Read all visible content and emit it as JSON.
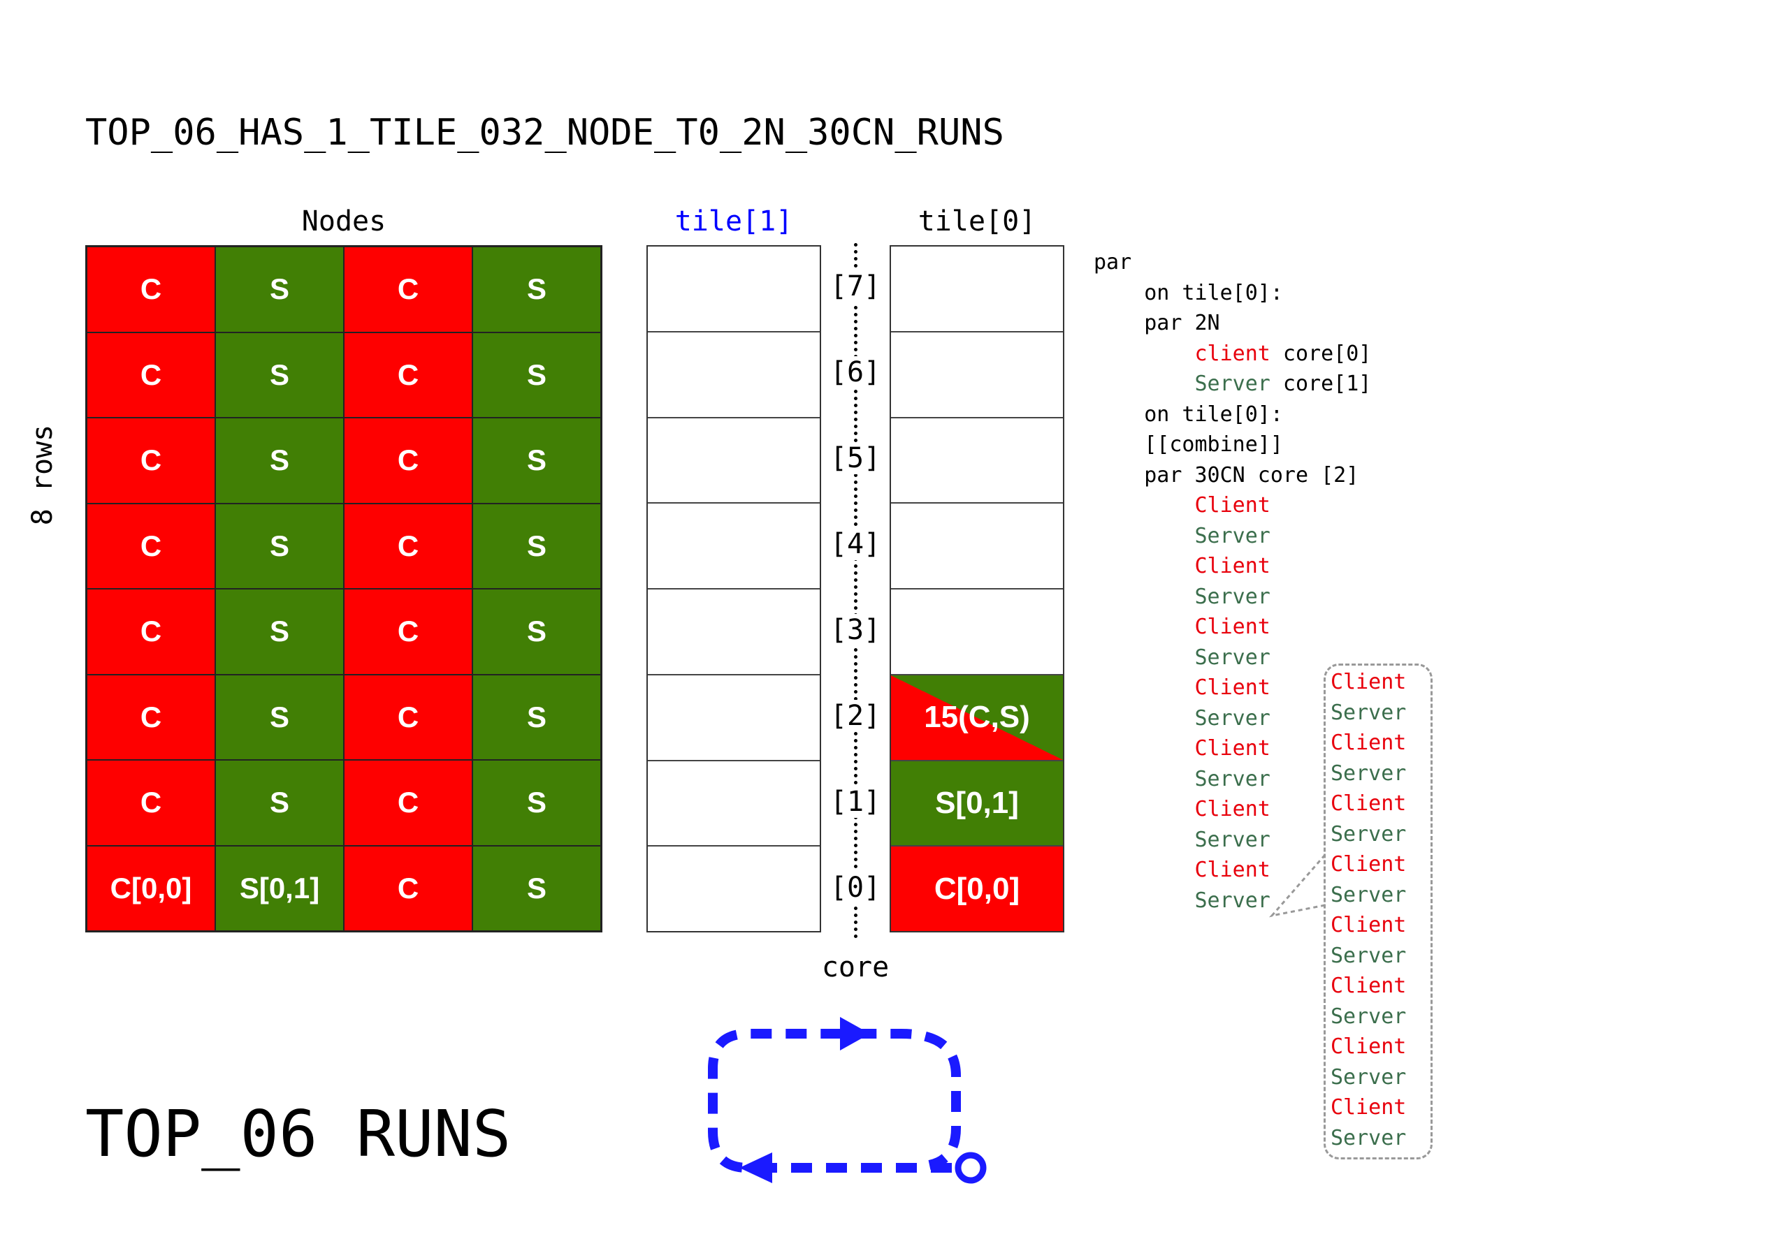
{
  "title": "TOP_06_HAS_1_TILE_032_NODE_T0_2N_30CN_RUNS",
  "big_title": "TOP_06 RUNS",
  "nodes": {
    "header": "Nodes",
    "rows_label": "8 rows",
    "rows": [
      [
        "C",
        "S",
        "C",
        "S"
      ],
      [
        "C",
        "S",
        "C",
        "S"
      ],
      [
        "C",
        "S",
        "C",
        "S"
      ],
      [
        "C",
        "S",
        "C",
        "S"
      ],
      [
        "C",
        "S",
        "C",
        "S"
      ],
      [
        "C",
        "S",
        "C",
        "S"
      ],
      [
        "C",
        "S",
        "C",
        "S"
      ],
      [
        "C[0,0]",
        "S[0,1]",
        "C",
        "S"
      ]
    ],
    "colors": {
      "client": "#fe0000",
      "server": "#417f05"
    }
  },
  "tiles": {
    "tile1_label": "tile[1]",
    "tile1_color": "#0000ff",
    "tile0_label": "tile[0]",
    "core_label": "core",
    "core_indices": [
      "[7]",
      "[6]",
      "[5]",
      "[4]",
      "[3]",
      "[2]",
      "[1]",
      "[0]"
    ],
    "tile0_slots": [
      "",
      "",
      "",
      "",
      "",
      "15(C,S)",
      "S[0,1]",
      "C[0,0]"
    ]
  },
  "code": {
    "lines": [
      {
        "indent": 0,
        "text": "par",
        "color": "black"
      },
      {
        "indent": 1,
        "text": "on tile[0]:",
        "color": "black"
      },
      {
        "indent": 1,
        "text": "par 2N",
        "color": "black"
      },
      {
        "indent": 2,
        "segments": [
          {
            "text": "client",
            "color": "red"
          },
          {
            "text": " core[0]",
            "color": "black"
          }
        ]
      },
      {
        "indent": 2,
        "segments": [
          {
            "text": "Server",
            "color": "green"
          },
          {
            "text": " core[1]",
            "color": "black"
          }
        ]
      },
      {
        "indent": 1,
        "text": "on tile[0]:",
        "color": "black"
      },
      {
        "indent": 1,
        "text": "[[combine]]",
        "color": "black"
      },
      {
        "indent": 1,
        "text": "par 30CN core [2]",
        "color": "black"
      },
      {
        "indent": 2,
        "text": "Client",
        "color": "red"
      },
      {
        "indent": 2,
        "text": "Server",
        "color": "green"
      },
      {
        "indent": 2,
        "text": "Client",
        "color": "red"
      },
      {
        "indent": 2,
        "text": "Server",
        "color": "green"
      },
      {
        "indent": 2,
        "text": "Client",
        "color": "red"
      },
      {
        "indent": 2,
        "text": "Server",
        "color": "green"
      },
      {
        "indent": 2,
        "text": "Client",
        "color": "red"
      },
      {
        "indent": 2,
        "text": "Server",
        "color": "green"
      },
      {
        "indent": 2,
        "text": "Client",
        "color": "red"
      },
      {
        "indent": 2,
        "text": "Server",
        "color": "green"
      },
      {
        "indent": 2,
        "text": "Client",
        "color": "red"
      },
      {
        "indent": 2,
        "text": "Server",
        "color": "green"
      },
      {
        "indent": 2,
        "text": "Client",
        "color": "red"
      },
      {
        "indent": 2,
        "text": "Server",
        "color": "green"
      }
    ],
    "bubble": [
      "Client",
      "Server",
      "Client",
      "Server",
      "Client",
      "Server",
      "Client",
      "Server",
      "Client",
      "Server",
      "Client",
      "Server",
      "Client",
      "Server",
      "Client",
      "Server"
    ]
  },
  "loop_arrow_color": "#1a1aff"
}
